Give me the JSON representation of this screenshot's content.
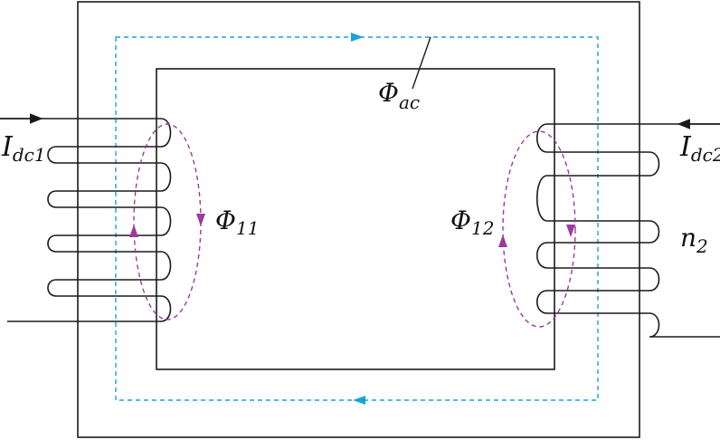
{
  "labels": {
    "i_dc1": {
      "main": "I",
      "sub": "dc1"
    },
    "i_dc2": {
      "main": "I",
      "sub": "dc2"
    },
    "phi_ac": {
      "main": "Φ",
      "sub": "ac"
    },
    "phi_11": {
      "main": "Φ",
      "sub": "11"
    },
    "phi_12": {
      "main": "Φ",
      "sub": "12"
    },
    "n2": {
      "main": "n",
      "sub": "2"
    }
  },
  "colors": {
    "core": "#1a1a1a",
    "winding": "#1a1a1a",
    "ac_flux": "#1aa3d9",
    "leakage_flux": "#9b3b9b"
  }
}
